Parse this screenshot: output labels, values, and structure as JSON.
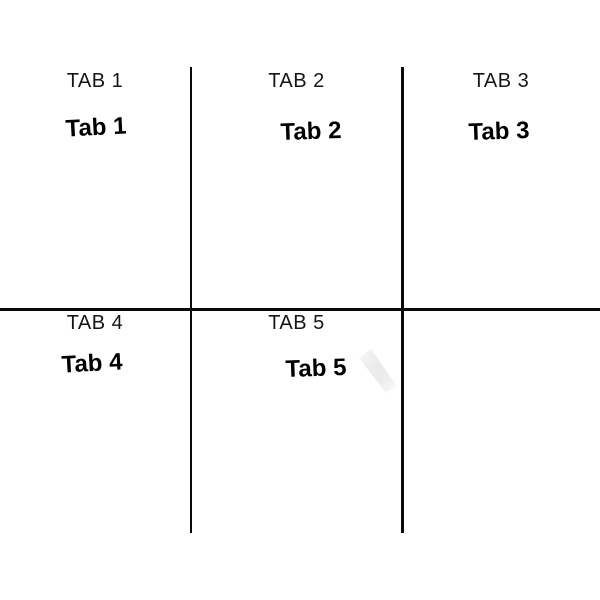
{
  "cells": [
    {
      "label": "TAB 1",
      "tab_text": "Tab 1"
    },
    {
      "label": "TAB 2",
      "tab_text": "Tab 2"
    },
    {
      "label": "TAB 3",
      "tab_text": "Tab 3"
    },
    {
      "label": "TAB 4",
      "tab_text": "Tab 4"
    },
    {
      "label": "TAB 5",
      "tab_text": "Tab 5"
    }
  ],
  "grid": {
    "line_color": "#0a0a0a"
  },
  "pattern": {
    "description": "flip-flop pairs in horizontal color bands on off-white folder",
    "background": "#f7f6f3",
    "bands": [
      {
        "left_body": "#EC1E79",
        "left_strap": "#F7EC3A",
        "right_body": "#9D7DC1",
        "right_strap": "#00A651"
      },
      {
        "left_body": "#2B57A5",
        "left_strap": "#3FA94C",
        "right_body": "#8DC63F",
        "right_strap": "#2B57A5"
      },
      {
        "left_body": "#D9252B",
        "left_strap": "#F6921E",
        "right_body": "#F6921E",
        "right_strap": "#D9252B"
      },
      {
        "left_body": "#72CBDC",
        "left_strap": "#2B57A5",
        "right_body": "#F2B3D1",
        "right_strap": "#E878AE"
      }
    ]
  }
}
